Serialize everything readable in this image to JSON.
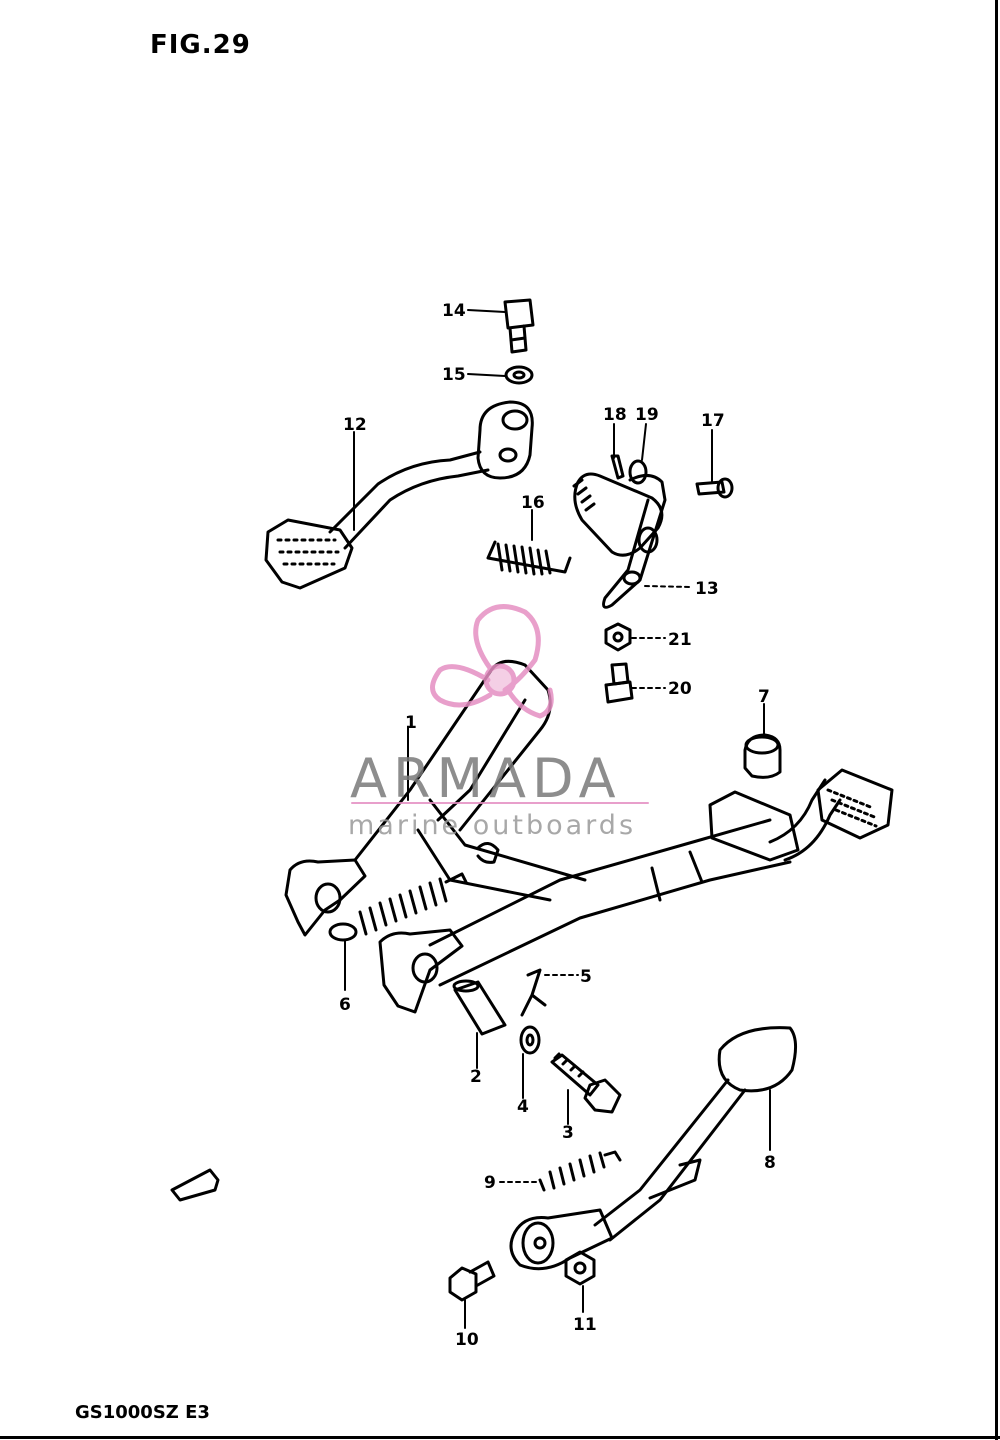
{
  "figure": {
    "title": "FIG.29",
    "model_code": "GS1000SZ E3"
  },
  "callouts": [
    "1",
    "2",
    "3",
    "4",
    "5",
    "6",
    "7",
    "8",
    "9",
    "10",
    "11",
    "12",
    "13",
    "14",
    "15",
    "16",
    "17",
    "18",
    "19",
    "20",
    "21"
  ],
  "watermark": {
    "brand": "ARMADA",
    "tagline": "marine outboards",
    "accent_color": "#e58fc2",
    "text_color": "#7a7a7a",
    "logo_icon": "propeller-icon"
  },
  "colors": {
    "line": "#000000",
    "background": "#ffffff"
  }
}
